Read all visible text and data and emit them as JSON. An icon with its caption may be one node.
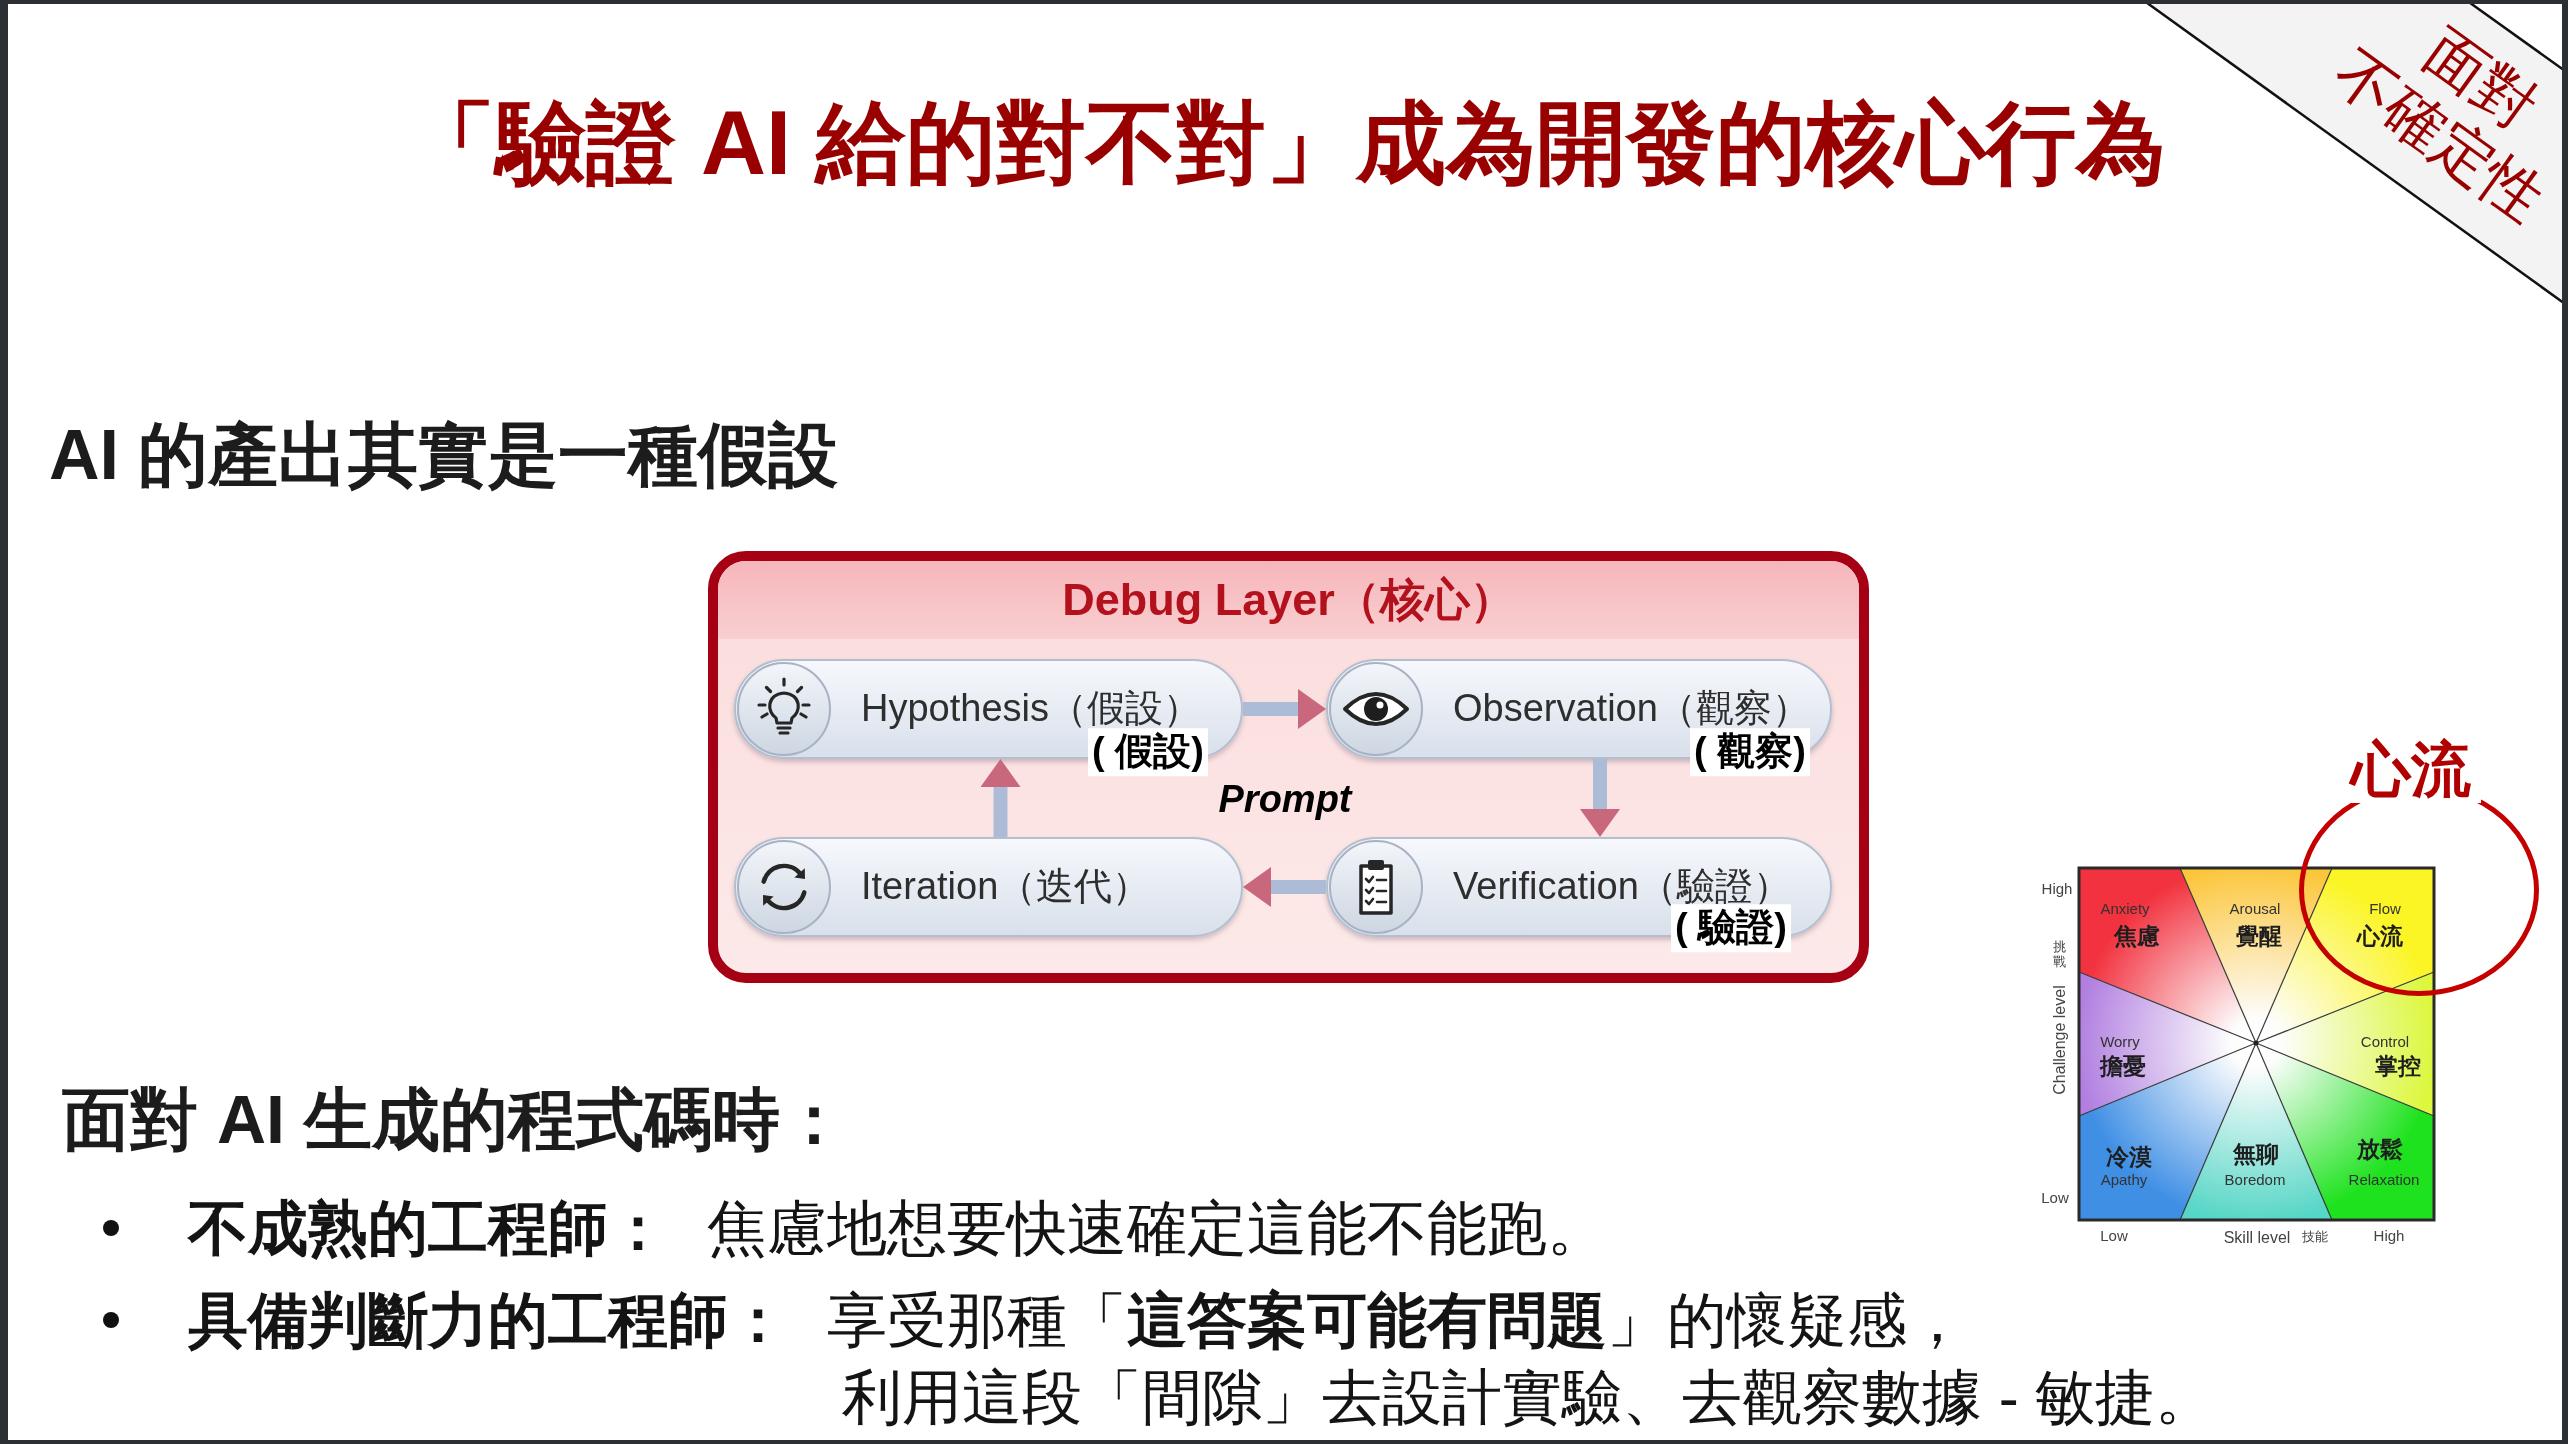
{
  "diagram": {
    "title": "「驗證 AI 給的對不對」成為開發的核心行為",
    "nodes": [
      {
        "text": [
          "面對不確定性"
        ]
      },
      {
        "text": [
          "Debug Layer（核心）"
        ]
      },
      {
        "text": [
          "Hypothesis（假設）",
          "( 假設)"
        ],
        "in": 1
      },
      {
        "text": [
          "Observation（觀察）",
          "( 觀察)"
        ],
        "in": 1
      },
      {
        "text": [
          "Iteration（迭代）"
        ],
        "in": 1
      },
      {
        "text": [
          "Verification（驗證）",
          "( 驗證)"
        ],
        "in": 1
      },
      {
        "text": [
          "心流"
        ]
      },
      {
        "text": [
          "Anxiety",
          "焦慮"
        ]
      },
      {
        "text": [
          "Arousal",
          "覺醒"
        ]
      },
      {
        "text": [
          "Flow",
          "心流"
        ]
      },
      {
        "text": [
          "Worry",
          "擔憂"
        ]
      },
      {
        "text": [
          "Control",
          "掌控"
        ]
      },
      {
        "text": [
          "冷漠",
          "Apathy"
        ]
      },
      {
        "text": [
          "無聊",
          "Boredom"
        ]
      },
      {
        "text": [
          "放鬆",
          "Relaxation"
        ]
      }
    ],
    "edges": [
      {
        "from": 2,
        "to": 3,
        "arrow": "to"
      },
      {
        "from": 3,
        "to": 5,
        "arrow": "to"
      },
      {
        "from": 5,
        "to": 4,
        "arrow": "to"
      },
      {
        "from": 4,
        "to": 2,
        "arrow": "to"
      }
    ],
    "labels": [
      "AI 的產出其實是一種假設",
      "Prompt",
      "High",
      "挑戰",
      "Challenge level",
      "Low",
      "Low",
      "Skill level",
      "技能",
      "High",
      "面對 AI 生成的程式碼時：",
      "**不成熟的工程師：** 焦慮地想要快速確定這能不能跑。",
      "**具備判斷力的工程師：** 享受那種「**這答案可能有問題**」的懷疑感，利用這段「間隙」去設計實驗、去觀察數據 - 敏捷。"
    ]
  }
}
